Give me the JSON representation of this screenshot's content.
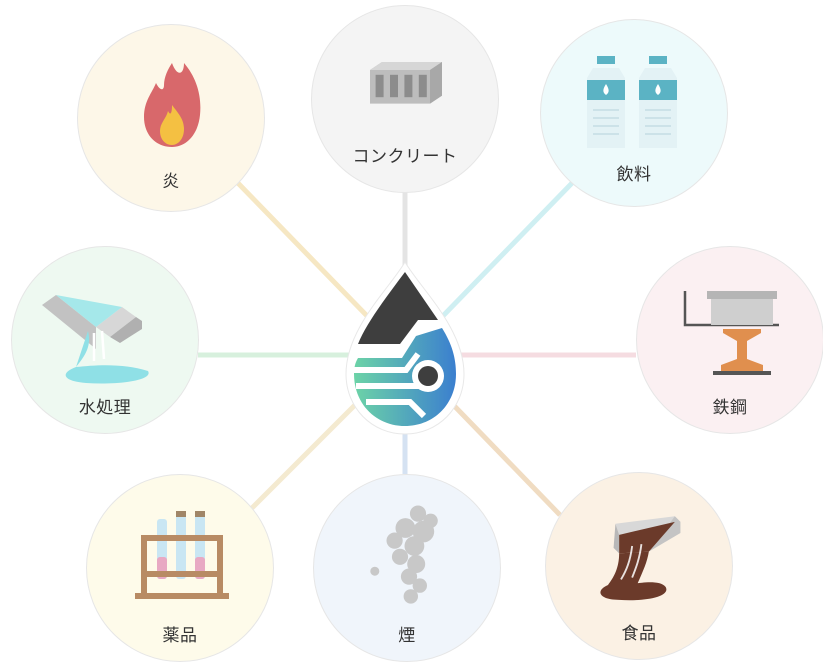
{
  "diagram": {
    "nodes": [
      {
        "id": "flame",
        "label": "炎",
        "icon": "flame-icon"
      },
      {
        "id": "concrete",
        "label": "コンクリート",
        "icon": "concrete-block-icon"
      },
      {
        "id": "drink",
        "label": "飲料",
        "icon": "bottles-icon"
      },
      {
        "id": "water",
        "label": "水処理",
        "icon": "water-channel-icon"
      },
      {
        "id": "steel",
        "label": "鉄鋼",
        "icon": "steel-mold-icon"
      },
      {
        "id": "medicine",
        "label": "薬品",
        "icon": "test-tubes-icon"
      },
      {
        "id": "smoke",
        "label": "煙",
        "icon": "smoke-icon"
      },
      {
        "id": "food",
        "label": "食品",
        "icon": "chocolate-flow-icon"
      }
    ],
    "hub": {
      "icon": "droplet-logo-icon"
    },
    "colors": {
      "line_flame": "#f6e7c3",
      "line_concrete": "#e4e4e4",
      "line_drink": "#cfeff2",
      "line_water": "#d7f0dd",
      "line_steel": "#f5dce1",
      "line_medicine": "#f4ead0",
      "line_smoke": "#d5e2f2",
      "line_food": "#f0dcc2"
    }
  }
}
